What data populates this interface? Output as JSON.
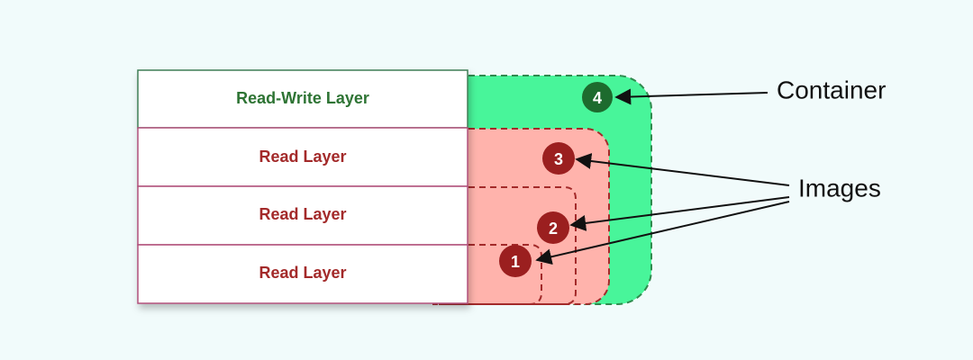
{
  "layers": [
    {
      "label": "Read-Write Layer",
      "kind": "read-write"
    },
    {
      "label": "Read Layer",
      "kind": "read"
    },
    {
      "label": "Read Layer",
      "kind": "read"
    },
    {
      "label": "Read Layer",
      "kind": "read"
    }
  ],
  "badges": [
    {
      "number": "1",
      "color": "#9b1f1f"
    },
    {
      "number": "2",
      "color": "#9b1f1f"
    },
    {
      "number": "3",
      "color": "#9b1f1f"
    },
    {
      "number": "4",
      "color": "#1d6b2e"
    }
  ],
  "callouts": {
    "container": "Container",
    "images": "Images"
  },
  "colors": {
    "container_fill": "#48f59a",
    "container_stroke": "#2f8a4e",
    "image_fill": "#ffb3ac",
    "image_stroke": "#a32a2a",
    "read_write_text": "#2e7434",
    "read_text": "#a32a2a",
    "layer_border_rw": "#3f7f56",
    "layer_border_ro": "#b0507a"
  }
}
